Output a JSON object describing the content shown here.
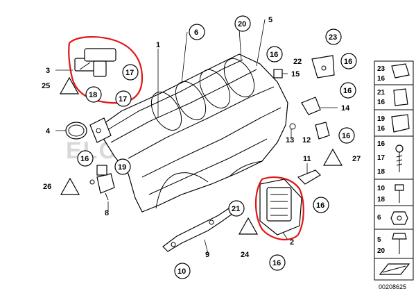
{
  "diagram": {
    "watermark": "ELCATS.RU",
    "drawing_number": "00208625",
    "callouts_plain": [
      "1",
      "2",
      "3",
      "4",
      "5",
      "8",
      "9",
      "11",
      "12",
      "13",
      "14",
      "15",
      "22",
      "24",
      "25",
      "26",
      "27"
    ],
    "callouts_circled": [
      "6",
      "10",
      "16",
      "17",
      "18",
      "19",
      "20",
      "21",
      "23"
    ],
    "legend": {
      "items": [
        {
          "labels": [
            "23",
            "16"
          ]
        },
        {
          "labels": [
            "21",
            "16"
          ]
        },
        {
          "labels": [
            "19",
            "16"
          ]
        },
        {
          "labels": [
            "16",
            "17",
            "18"
          ]
        },
        {
          "labels": [
            "10",
            "18"
          ]
        },
        {
          "labels": [
            "6"
          ]
        },
        {
          "labels": [
            "5",
            "20"
          ]
        }
      ]
    },
    "highlight_color": "#e01515"
  }
}
